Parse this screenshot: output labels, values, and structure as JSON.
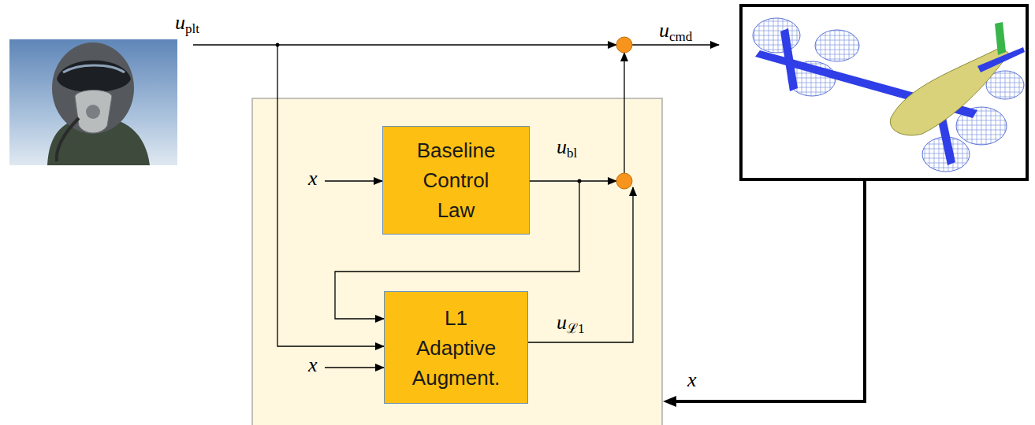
{
  "diagram": {
    "nodes": [
      {
        "text": [
          "Baseline Control Law"
        ]
      },
      {
        "text": [
          "L1 Adaptive Augment."
        ]
      }
    ],
    "edges": [
      {
        "from": 0,
        "to": 1,
        "arrow": "to"
      }
    ],
    "labels": [
      "uplt",
      "ucmd",
      "x",
      "ubl",
      "uℒ1",
      "x",
      "x"
    ]
  }
}
